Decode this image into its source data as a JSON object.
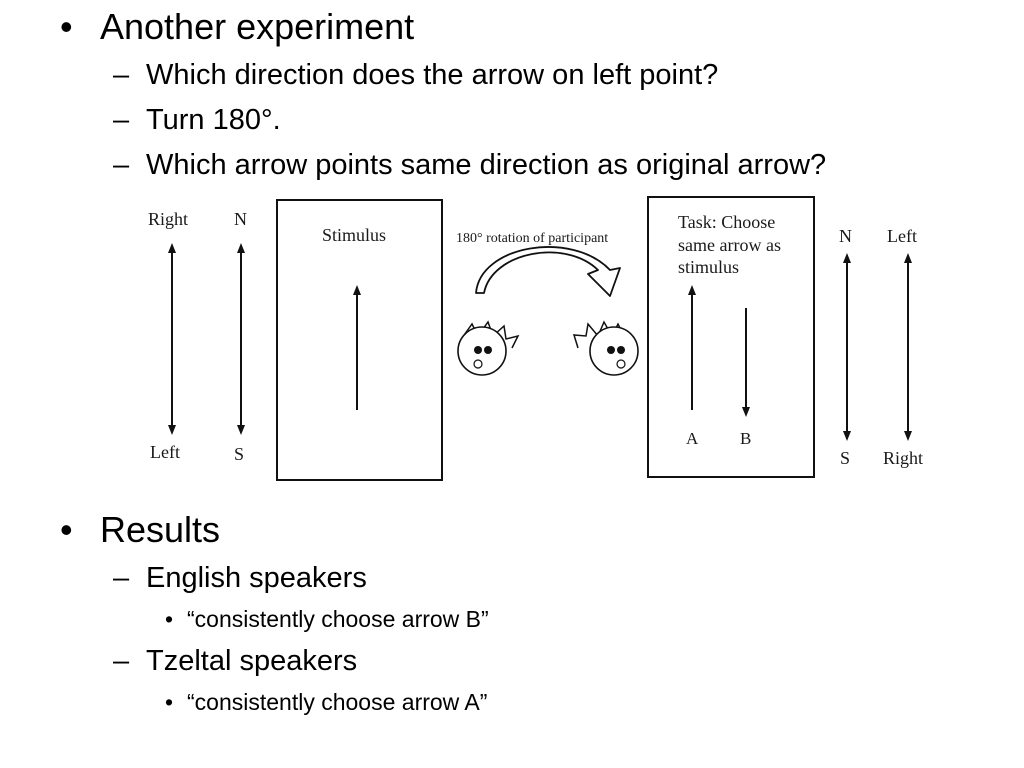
{
  "slide": {
    "bullet_main": "•",
    "bullet_dash": "–",
    "bullet_sub": "•",
    "items": [
      {
        "text": "Another experiment",
        "children": [
          {
            "text": "Which direction does the arrow on left point?"
          },
          {
            "text": "Turn 180°."
          },
          {
            "text": "Which arrow points same direction as original arrow?"
          }
        ]
      },
      {
        "text": "Results",
        "children": [
          {
            "text": "English speakers",
            "children": [
              {
                "text": "“consistently choose arrow B”"
              }
            ]
          },
          {
            "text": "Tzeltal speakers",
            "children": [
              {
                "text": "“consistently choose arrow A”"
              }
            ]
          }
        ]
      }
    ]
  },
  "figure": {
    "left_compass": {
      "right": "Right",
      "left": "Left",
      "n": "N",
      "s": "S"
    },
    "stimulus_label": "Stimulus",
    "rotation_label": "180° rotation of participant",
    "task_label_line1": "Task: Choose",
    "task_label_line2": "same arrow as",
    "task_label_line3": "stimulus",
    "arrow_a_label": "A",
    "arrow_b_label": "B",
    "right_compass": {
      "n": "N",
      "s": "S",
      "left": "Left",
      "right": "Right"
    }
  }
}
